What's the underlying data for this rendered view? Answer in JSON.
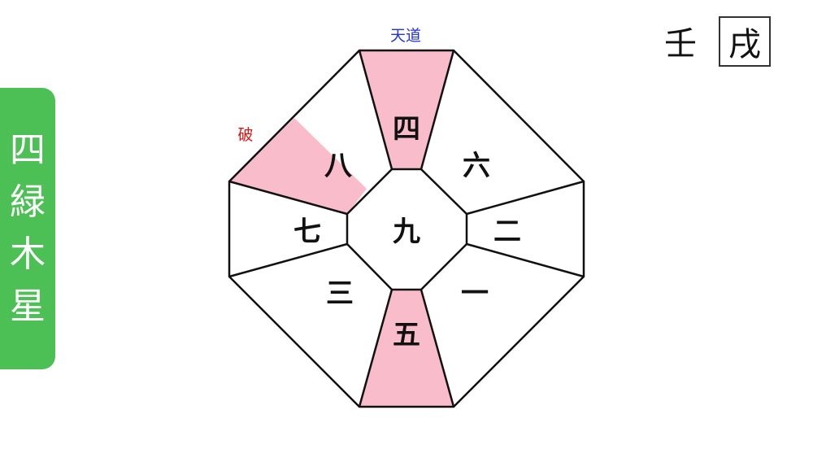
{
  "star": {
    "chars": [
      "四",
      "緑",
      "木",
      "星"
    ]
  },
  "year": {
    "stem": "壬",
    "branch": "戌"
  },
  "labels": {
    "tendo": "天道",
    "ha": "破"
  },
  "colors": {
    "tab": "#4cbf55",
    "highlight": "#f8bccb",
    "tendo": "#2233dd",
    "ha": "#e01010"
  },
  "grid": {
    "center": "九",
    "top": "四",
    "upper_right": "六",
    "right": "二",
    "lower_right": "一",
    "bottom": "五",
    "lower_left": "三",
    "left": "七",
    "upper_left": "八"
  }
}
